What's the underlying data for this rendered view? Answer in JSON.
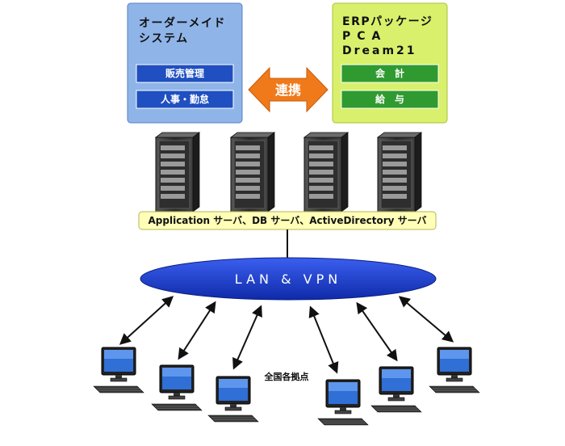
{
  "left_box": {
    "title_line1": "オーダーメイド",
    "title_line2": "システム",
    "buttons": [
      "販売管理",
      "人事・勤怠"
    ]
  },
  "right_box": {
    "title_line1": "ERPパッケージ",
    "title_line2": "PCA",
    "title_line3": "Dream21",
    "buttons": [
      "会　計",
      "給　与"
    ]
  },
  "link_label": "連携",
  "server_label": "Application サーバ、DB サーバ、ActiveDirectory サーバ",
  "network_label": "LAN & VPN",
  "clients_label": "全国各拠点",
  "colors": {
    "left_box_fill": "#8fb4e8",
    "right_box_fill": "#d9f06c",
    "blue_button": "#1f4fc0",
    "green_button": "#2f9a2f",
    "arrow_orange": "#f07a1a",
    "server_bar": "#ffffb8",
    "lan_fill": "#1a3fd0"
  }
}
